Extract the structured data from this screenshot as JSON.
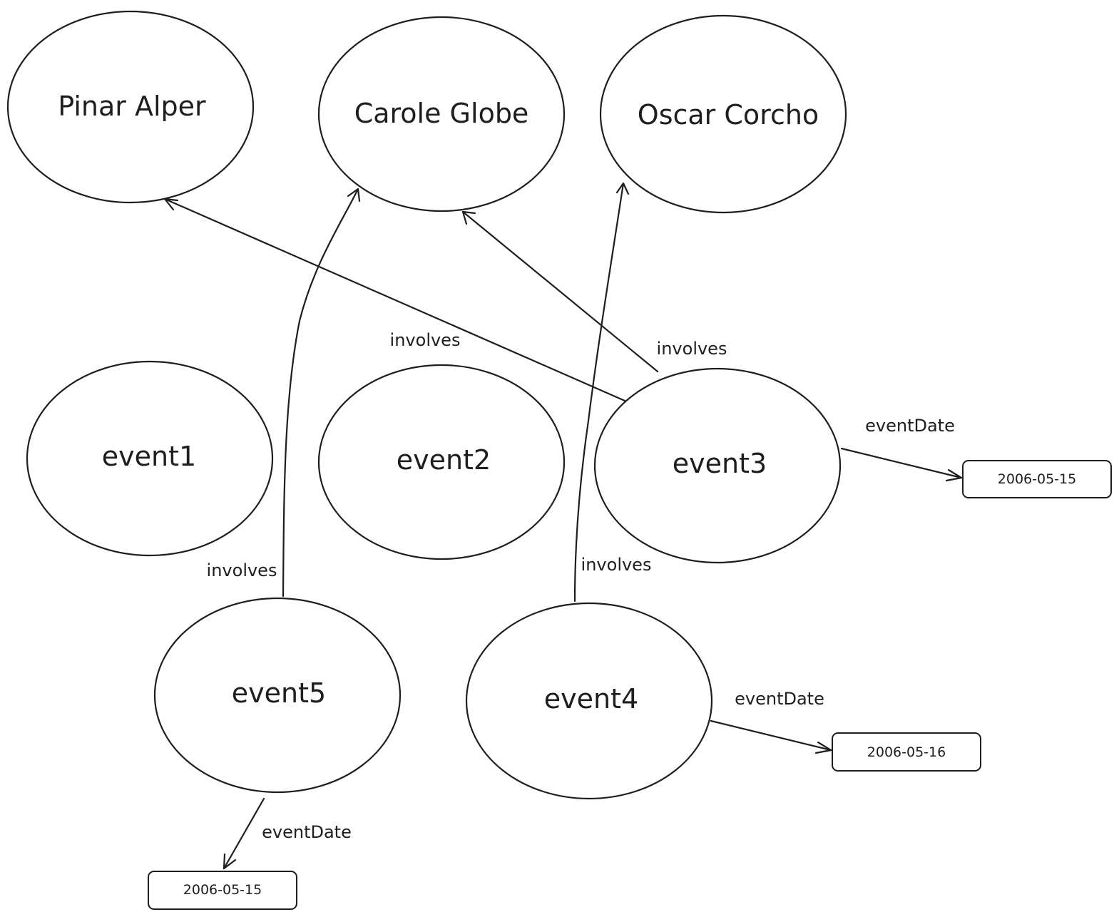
{
  "diagram": {
    "nodes": {
      "pinar": "Pinar Alper",
      "carole": "Carole Globe",
      "oscar": "Oscar Corcho",
      "event1": "event1",
      "event2": "event2",
      "event3": "event3",
      "event4": "event4",
      "event5": "event5"
    },
    "literals": {
      "event3_date": "2006-05-15",
      "event4_date": "2006-05-16",
      "event5_date": "2006-05-15"
    },
    "edge_labels": {
      "event3_involves_pinar": "involves",
      "event3_involves_carole": "involves",
      "event3_eventdate": "eventDate",
      "event4_involves_oscar": "involves",
      "event4_eventdate": "eventDate",
      "event5_involves_carole": "involves",
      "event5_eventdate": "eventDate"
    }
  }
}
